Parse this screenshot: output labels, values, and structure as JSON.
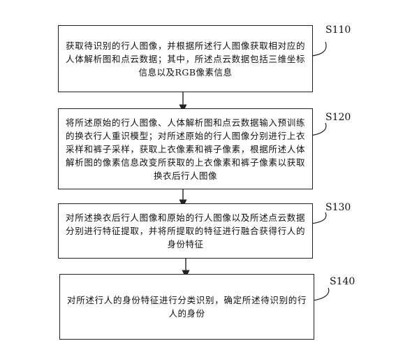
{
  "steps": [
    {
      "id": "S110",
      "text": "获取待识别的行人图像，并根据所述行人图像获取相对应的人体解析图和点云数据；其中，所述点云数据包括三维坐标信息以及RGB像素信息"
    },
    {
      "id": "S120",
      "text": "将所述原始的行人图像、人体解析图和点云数据输入预训练的换衣行人重识模型；对所述原始的行人图像分别进行上衣采样和裤子采样，获取上衣像素和裤子像素，根据所述人体解析图的像素信息改变所获取的上衣像素和裤子像素以获取换衣后行人图像"
    },
    {
      "id": "S130",
      "text": "对所述换衣后行人图像和原始的行人图像以及所述点云数据分别进行特征提取，并将所提取的特征进行融合获得行人的身份特征"
    },
    {
      "id": "S140",
      "text": "对所述行人的身份特征进行分类识别，确定所述待识别的行人的身份"
    }
  ]
}
